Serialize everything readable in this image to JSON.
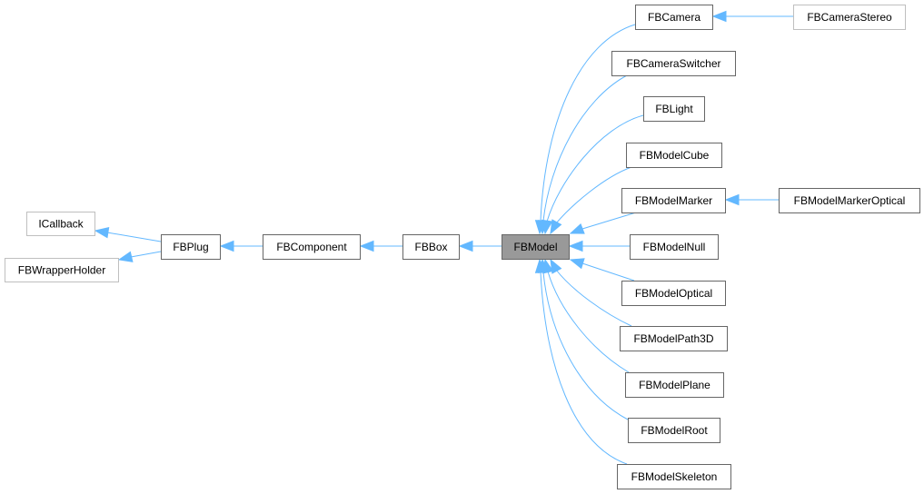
{
  "diagram": {
    "title": "Inheritance diagram for FBModel",
    "colors": {
      "edge": "#63b8ff",
      "focus_fill": "#999999",
      "focus_border": "#666666",
      "node_fill": "#ffffff",
      "node_border": "#666666",
      "external_border": "#bfbfbf"
    },
    "nodes": [
      {
        "id": "ICallback",
        "label": "ICallback",
        "kind": "external"
      },
      {
        "id": "FBWrapperHolder",
        "label": "FBWrapperHolder",
        "kind": "external"
      },
      {
        "id": "FBPlug",
        "label": "FBPlug",
        "kind": "normal"
      },
      {
        "id": "FBComponent",
        "label": "FBComponent",
        "kind": "normal"
      },
      {
        "id": "FBBox",
        "label": "FBBox",
        "kind": "normal"
      },
      {
        "id": "FBModel",
        "label": "FBModel",
        "kind": "focus"
      },
      {
        "id": "FBCamera",
        "label": "FBCamera",
        "kind": "normal"
      },
      {
        "id": "FBCameraStereo",
        "label": "FBCameraStereo",
        "kind": "external"
      },
      {
        "id": "FBCameraSwitcher",
        "label": "FBCameraSwitcher",
        "kind": "normal"
      },
      {
        "id": "FBLight",
        "label": "FBLight",
        "kind": "normal"
      },
      {
        "id": "FBModelCube",
        "label": "FBModelCube",
        "kind": "normal"
      },
      {
        "id": "FBModelMarker",
        "label": "FBModelMarker",
        "kind": "normal"
      },
      {
        "id": "FBModelMarkerOptical",
        "label": "FBModelMarkerOptical",
        "kind": "normal"
      },
      {
        "id": "FBModelNull",
        "label": "FBModelNull",
        "kind": "normal"
      },
      {
        "id": "FBModelOptical",
        "label": "FBModelOptical",
        "kind": "normal"
      },
      {
        "id": "FBModelPath3D",
        "label": "FBModelPath3D",
        "kind": "normal"
      },
      {
        "id": "FBModelPlane",
        "label": "FBModelPlane",
        "kind": "normal"
      },
      {
        "id": "FBModelRoot",
        "label": "FBModelRoot",
        "kind": "normal"
      },
      {
        "id": "FBModelSkeleton",
        "label": "FBModelSkeleton",
        "kind": "normal"
      }
    ],
    "edges": [
      {
        "from": "FBPlug",
        "to": "ICallback"
      },
      {
        "from": "FBPlug",
        "to": "FBWrapperHolder"
      },
      {
        "from": "FBComponent",
        "to": "FBPlug"
      },
      {
        "from": "FBBox",
        "to": "FBComponent"
      },
      {
        "from": "FBModel",
        "to": "FBBox"
      },
      {
        "from": "FBCamera",
        "to": "FBModel"
      },
      {
        "from": "FBCameraSwitcher",
        "to": "FBModel"
      },
      {
        "from": "FBLight",
        "to": "FBModel"
      },
      {
        "from": "FBModelCube",
        "to": "FBModel"
      },
      {
        "from": "FBModelMarker",
        "to": "FBModel"
      },
      {
        "from": "FBModelNull",
        "to": "FBModel"
      },
      {
        "from": "FBModelOptical",
        "to": "FBModel"
      },
      {
        "from": "FBModelPath3D",
        "to": "FBModel"
      },
      {
        "from": "FBModelPlane",
        "to": "FBModel"
      },
      {
        "from": "FBModelRoot",
        "to": "FBModel"
      },
      {
        "from": "FBModelSkeleton",
        "to": "FBModel"
      },
      {
        "from": "FBCameraStereo",
        "to": "FBCamera"
      },
      {
        "from": "FBModelMarkerOptical",
        "to": "FBModelMarker"
      }
    ]
  }
}
